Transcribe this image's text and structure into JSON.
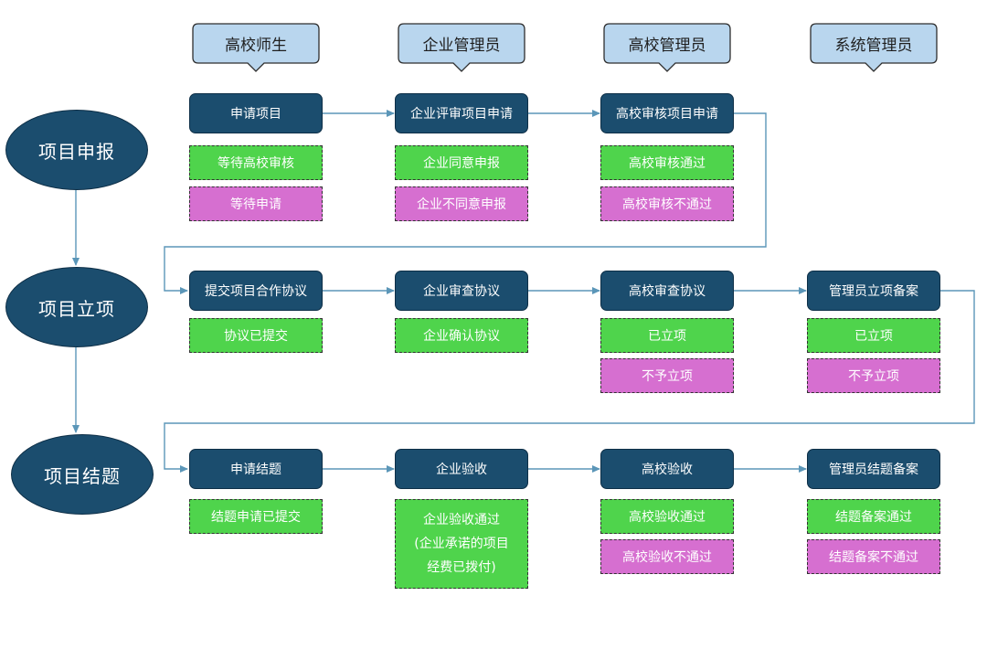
{
  "roles": [
    "高校师生",
    "企业管理员",
    "高校管理员",
    "系统管理员"
  ],
  "stages": [
    "项目申报",
    "项目立项",
    "项目结题"
  ],
  "rows": [
    {
      "steps": [
        {
          "label": "申请项目",
          "statuses": [
            {
              "text": "等待高校审核",
              "kind": "green"
            },
            {
              "text": "等待申请",
              "kind": "pink"
            }
          ]
        },
        {
          "label": "企业评审项目申请",
          "statuses": [
            {
              "text": "企业同意申报",
              "kind": "green"
            },
            {
              "text": "企业不同意申报",
              "kind": "pink"
            }
          ]
        },
        {
          "label": "高校审核项目申请",
          "statuses": [
            {
              "text": "高校审核通过",
              "kind": "green"
            },
            {
              "text": "高校审核不通过",
              "kind": "pink"
            }
          ]
        }
      ]
    },
    {
      "steps": [
        {
          "label": "提交项目合作协议",
          "statuses": [
            {
              "text": "协议已提交",
              "kind": "green"
            }
          ]
        },
        {
          "label": "企业审查协议",
          "statuses": [
            {
              "text": "企业确认协议",
              "kind": "green"
            }
          ]
        },
        {
          "label": "高校审查协议",
          "statuses": [
            {
              "text": "已立项",
              "kind": "green"
            },
            {
              "text": "不予立项",
              "kind": "pink"
            }
          ]
        },
        {
          "label": "管理员立项备案",
          "statuses": [
            {
              "text": "已立项",
              "kind": "green"
            },
            {
              "text": "不予立项",
              "kind": "pink"
            }
          ]
        }
      ]
    },
    {
      "steps": [
        {
          "label": "申请结题",
          "statuses": [
            {
              "text": "结题申请已提交",
              "kind": "green"
            }
          ]
        },
        {
          "label": "企业验收",
          "statuses": [
            {
              "lines": [
                "企业验收通过",
                "(企业承诺的项目",
                "经费已拨付)"
              ],
              "kind": "green"
            }
          ]
        },
        {
          "label": "高校验收",
          "statuses": [
            {
              "text": "高校验收通过",
              "kind": "green"
            },
            {
              "text": "高校验收不通过",
              "kind": "pink"
            }
          ]
        },
        {
          "label": "管理员结题备案",
          "statuses": [
            {
              "text": "结题备案通过",
              "kind": "green"
            },
            {
              "text": "结题备案不通过",
              "kind": "pink"
            }
          ]
        }
      ]
    }
  ],
  "colors": {
    "node": "#1b4d6e",
    "role_bg": "#b9d6ee",
    "green": "#4fd44c",
    "pink": "#d66fd0",
    "connector": "#5b96b8"
  }
}
